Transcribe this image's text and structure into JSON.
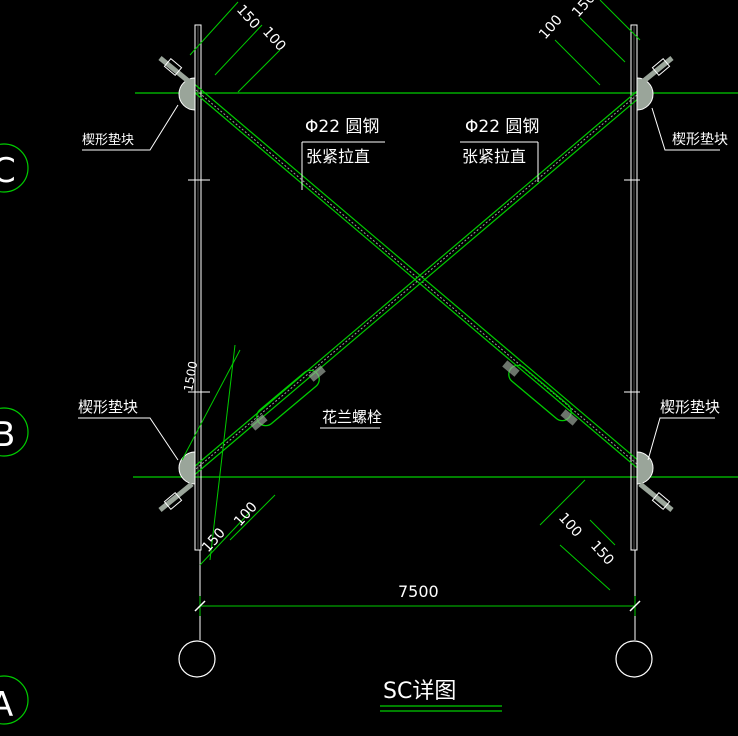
{
  "drawing": {
    "title": "SC详图",
    "rod_spec": "Φ22 圆钢",
    "rod_note": "张紧拉直",
    "wedge_label": "楔形垫块",
    "turnbuckle_label": "花兰螺栓",
    "span_dim": "7500",
    "dim_150": "150",
    "dim_100": "100",
    "dim_1500": "1500",
    "axis_c": "C",
    "axis_b": "B",
    "axis_a": "A"
  },
  "colors": {
    "background": "#000000",
    "line_green": "#00cc00",
    "dim_green": "#00ff00",
    "member": "#ffffff",
    "hatch": "#9aa59a"
  }
}
